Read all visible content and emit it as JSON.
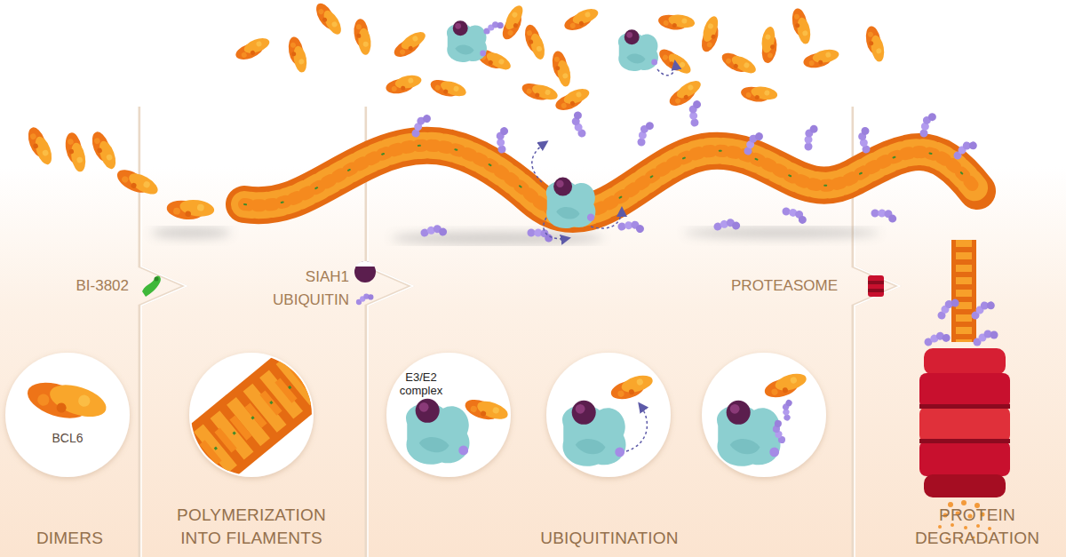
{
  "diagram": {
    "nodes": [
      {
        "text": [
          "DIMERS"
        ]
      },
      {
        "text": [
          "BCL6"
        ],
        "in": 0
      },
      {
        "text": [
          "POLYMERIZATION INTO FILAMENTS"
        ]
      },
      {
        "text": [
          "UBIQUITINATION"
        ]
      },
      {
        "text": [
          "E3/E2 complex"
        ],
        "in": 3
      },
      {
        "text": [
          "PROTEIN DEGRADATION"
        ]
      }
    ],
    "labels": [
      "BI-3802",
      "SIAH1",
      "UBIQUITIN",
      "PROTEASOME"
    ]
  }
}
